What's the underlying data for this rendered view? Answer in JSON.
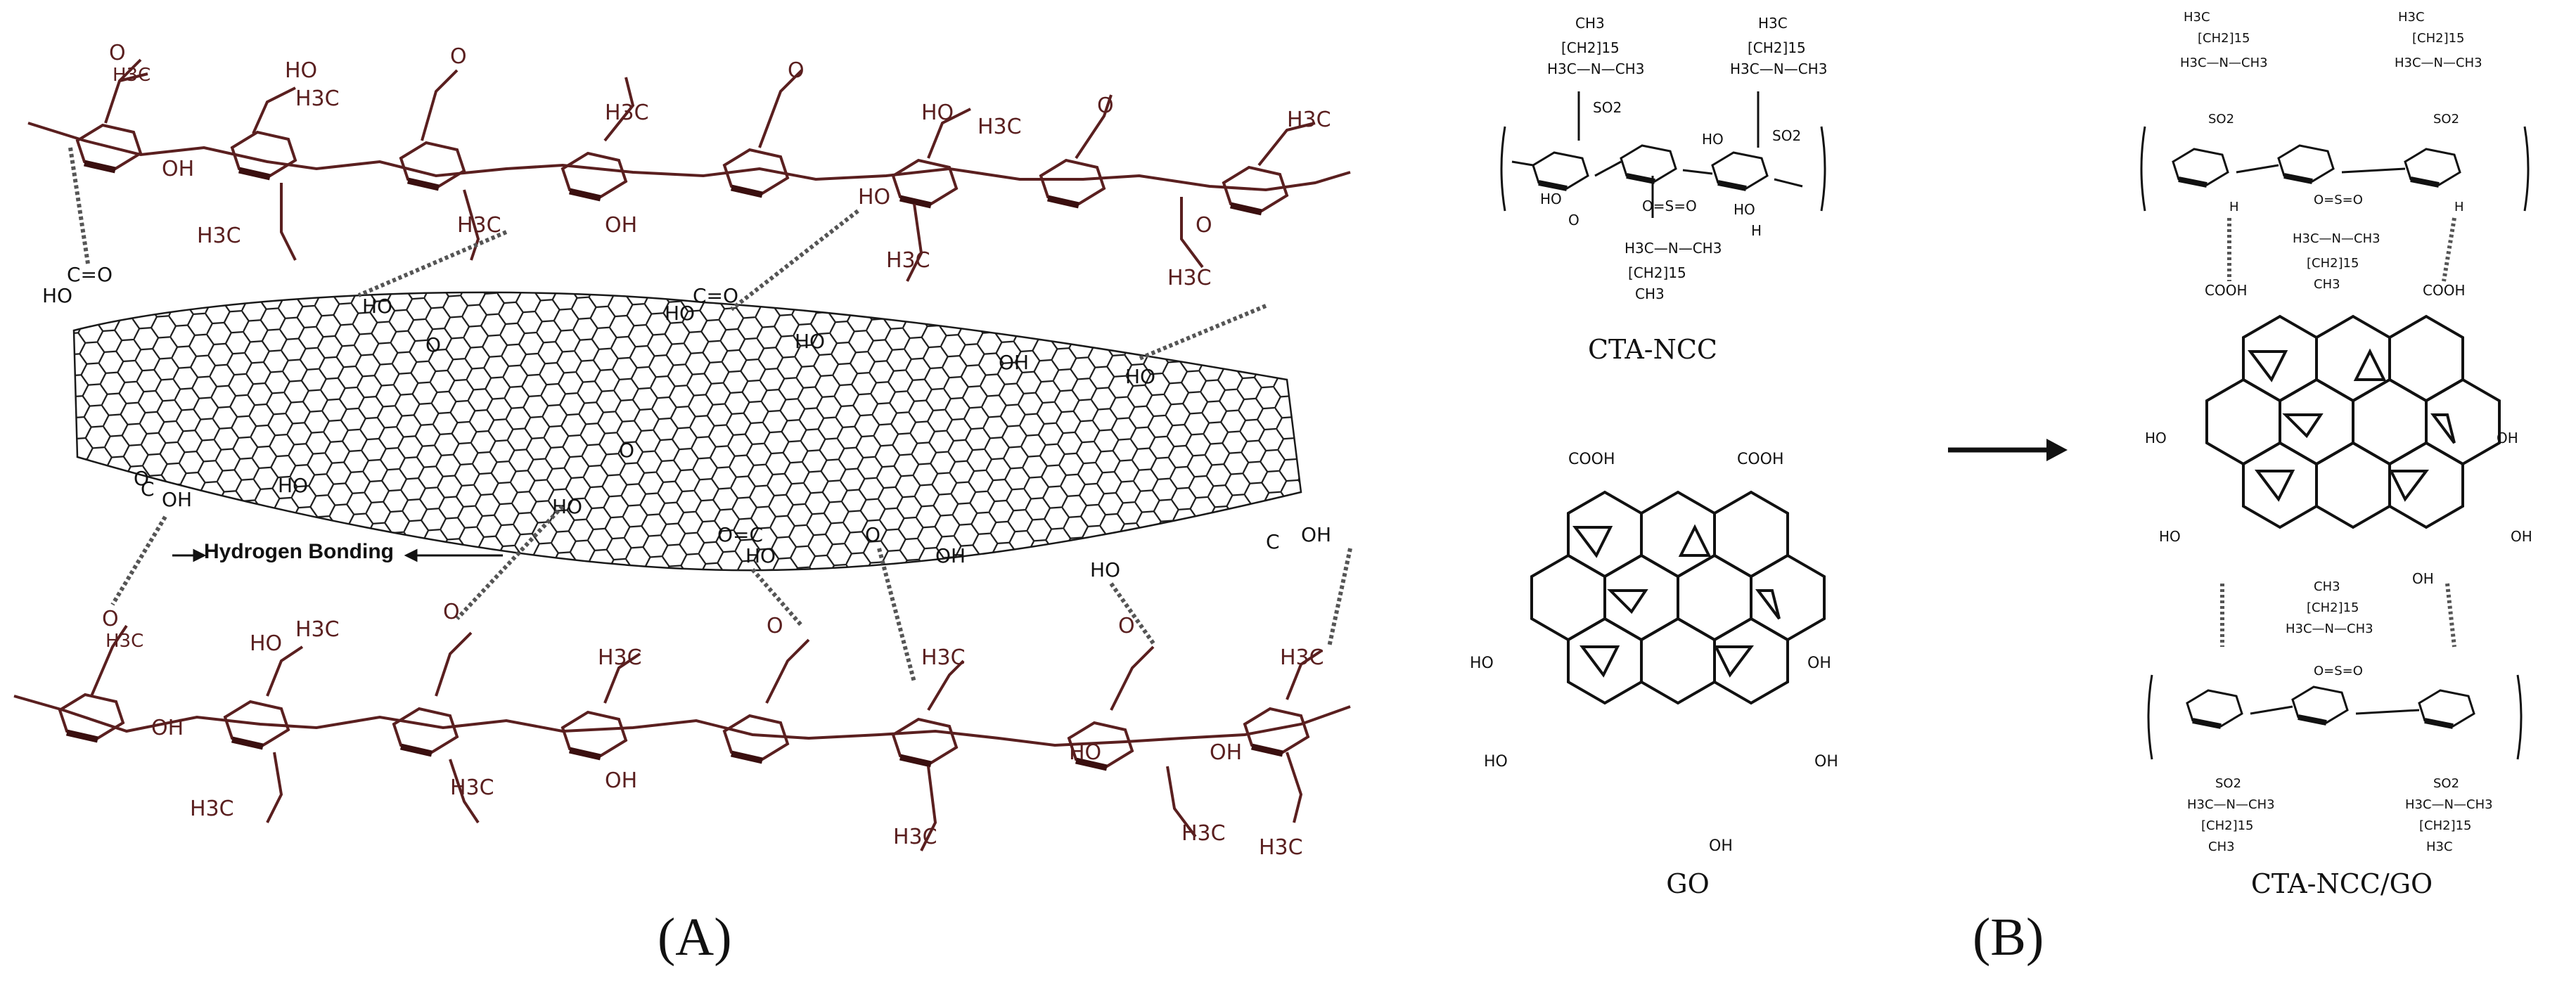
{
  "panel_a": {
    "letter": "(A)",
    "annotation": "Hydrogen Bonding",
    "top_chain_labels": [
      "O",
      "HO",
      "OH",
      "HO",
      "OH",
      "OH",
      "HO",
      "HO",
      "OH",
      "OH"
    ],
    "group_labels": {
      "acetyl": "H3C",
      "cooh": "HO",
      "oh": "HO",
      "o": "O"
    }
  },
  "panel_b": {
    "letter": "(B)",
    "captions": {
      "cta_ncc": "CTA-NCC",
      "go": "GO",
      "composite": "CTA-NCC/GO"
    },
    "atom_labels": {
      "so2": "SO2",
      "n": "N",
      "ch3": "CH3",
      "cooh": "COOH",
      "oh": "OH",
      "o": "O",
      "h": "H"
    }
  },
  "colors": {
    "cellulose": "#5a1f1f",
    "graphene": "#1a1a1a",
    "hbond": "#555555",
    "text": "#111111"
  }
}
